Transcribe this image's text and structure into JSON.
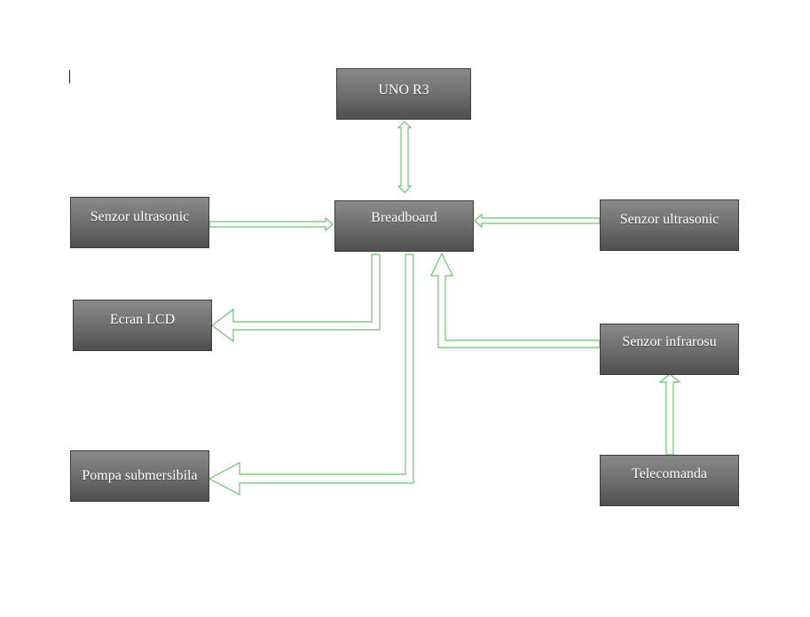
{
  "diagram": {
    "nodes": {
      "uno": "UNO R3",
      "breadboard": "Breadboard",
      "sensor_left": "Senzor ultrasonic",
      "sensor_right": "Senzor ultrasonic",
      "lcd": "Ecran LCD",
      "infrared": "Senzor infrarosu",
      "pump": "Pompa submersibila",
      "remote": "Telecomanda"
    },
    "connections": [
      {
        "from": "uno",
        "to": "breadboard",
        "direction": "both"
      },
      {
        "from": "sensor_left",
        "to": "breadboard",
        "direction": "forward"
      },
      {
        "from": "sensor_right",
        "to": "breadboard",
        "direction": "forward"
      },
      {
        "from": "breadboard",
        "to": "lcd",
        "direction": "forward"
      },
      {
        "from": "breadboard",
        "to": "pump",
        "direction": "forward"
      },
      {
        "from": "infrared",
        "to": "breadboard",
        "direction": "forward"
      },
      {
        "from": "remote",
        "to": "infrared",
        "direction": "forward"
      }
    ],
    "colors": {
      "box_top": "#8a8a8a",
      "box_bottom": "#4f4f4f",
      "box_text": "#ffffff",
      "arrow_stroke": "#6bc46b",
      "arrow_fill": "#ffffff"
    }
  }
}
